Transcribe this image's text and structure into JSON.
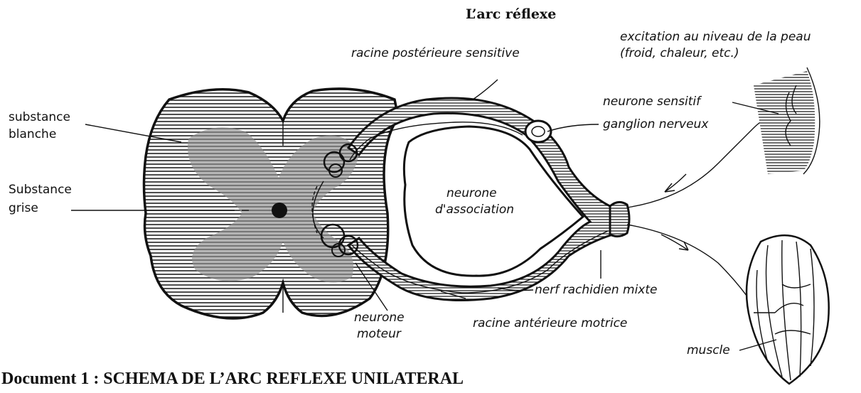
{
  "diagram": {
    "title": "L’arc réflexe",
    "caption": "Document 1 : SCHEMA DE L’ARC REFLEXE UNILATERAL",
    "labels": {
      "excitation_line1": "excitation au niveau de la peau",
      "excitation_line2": "(froid, chaleur, etc.)",
      "racine_posterieure": "racine postérieure sensitive",
      "neurone_sensitif": "neurone sensitif",
      "ganglion": "ganglion nerveux",
      "substance_blanche_1": "substance",
      "substance_blanche_2": "blanche",
      "substance_grise_1": "Substance",
      "substance_grise_2": "grise",
      "neurone_association_1": "neurone",
      "neurone_association_2": "d'association",
      "nerf_rachidien": "nerf rachidien mixte",
      "racine_anterieure": "racine antérieure motrice",
      "neurone_moteur_1": "neurone",
      "neurone_moteur_2": "moteur",
      "muscle": "muscle"
    }
  }
}
